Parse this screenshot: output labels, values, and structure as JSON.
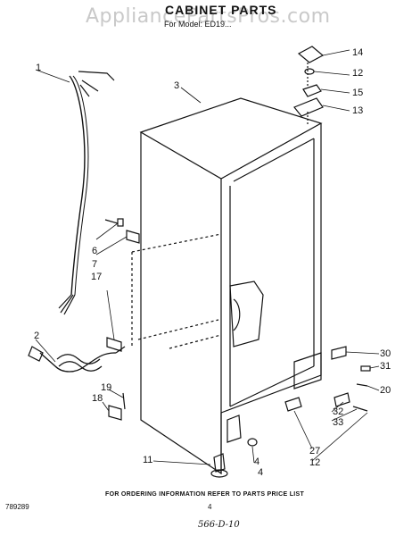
{
  "watermark": "AppliancePartsPros.com",
  "title": "CABINET PARTS",
  "subtitle": "For Model: ED19...",
  "callouts": [
    "1",
    "2",
    "3",
    "4",
    "6",
    "7",
    "11",
    "12",
    "13",
    "14",
    "15",
    "17",
    "18",
    "19",
    "20",
    "27",
    "12",
    "30",
    "31",
    "32",
    "33",
    "4"
  ],
  "footer": {
    "code": "789289",
    "order_note": "FOR ORDERING INFORMATION REFER TO PARTS PRICE LIST",
    "page_number": "4",
    "handwritten": "566-D-10"
  }
}
